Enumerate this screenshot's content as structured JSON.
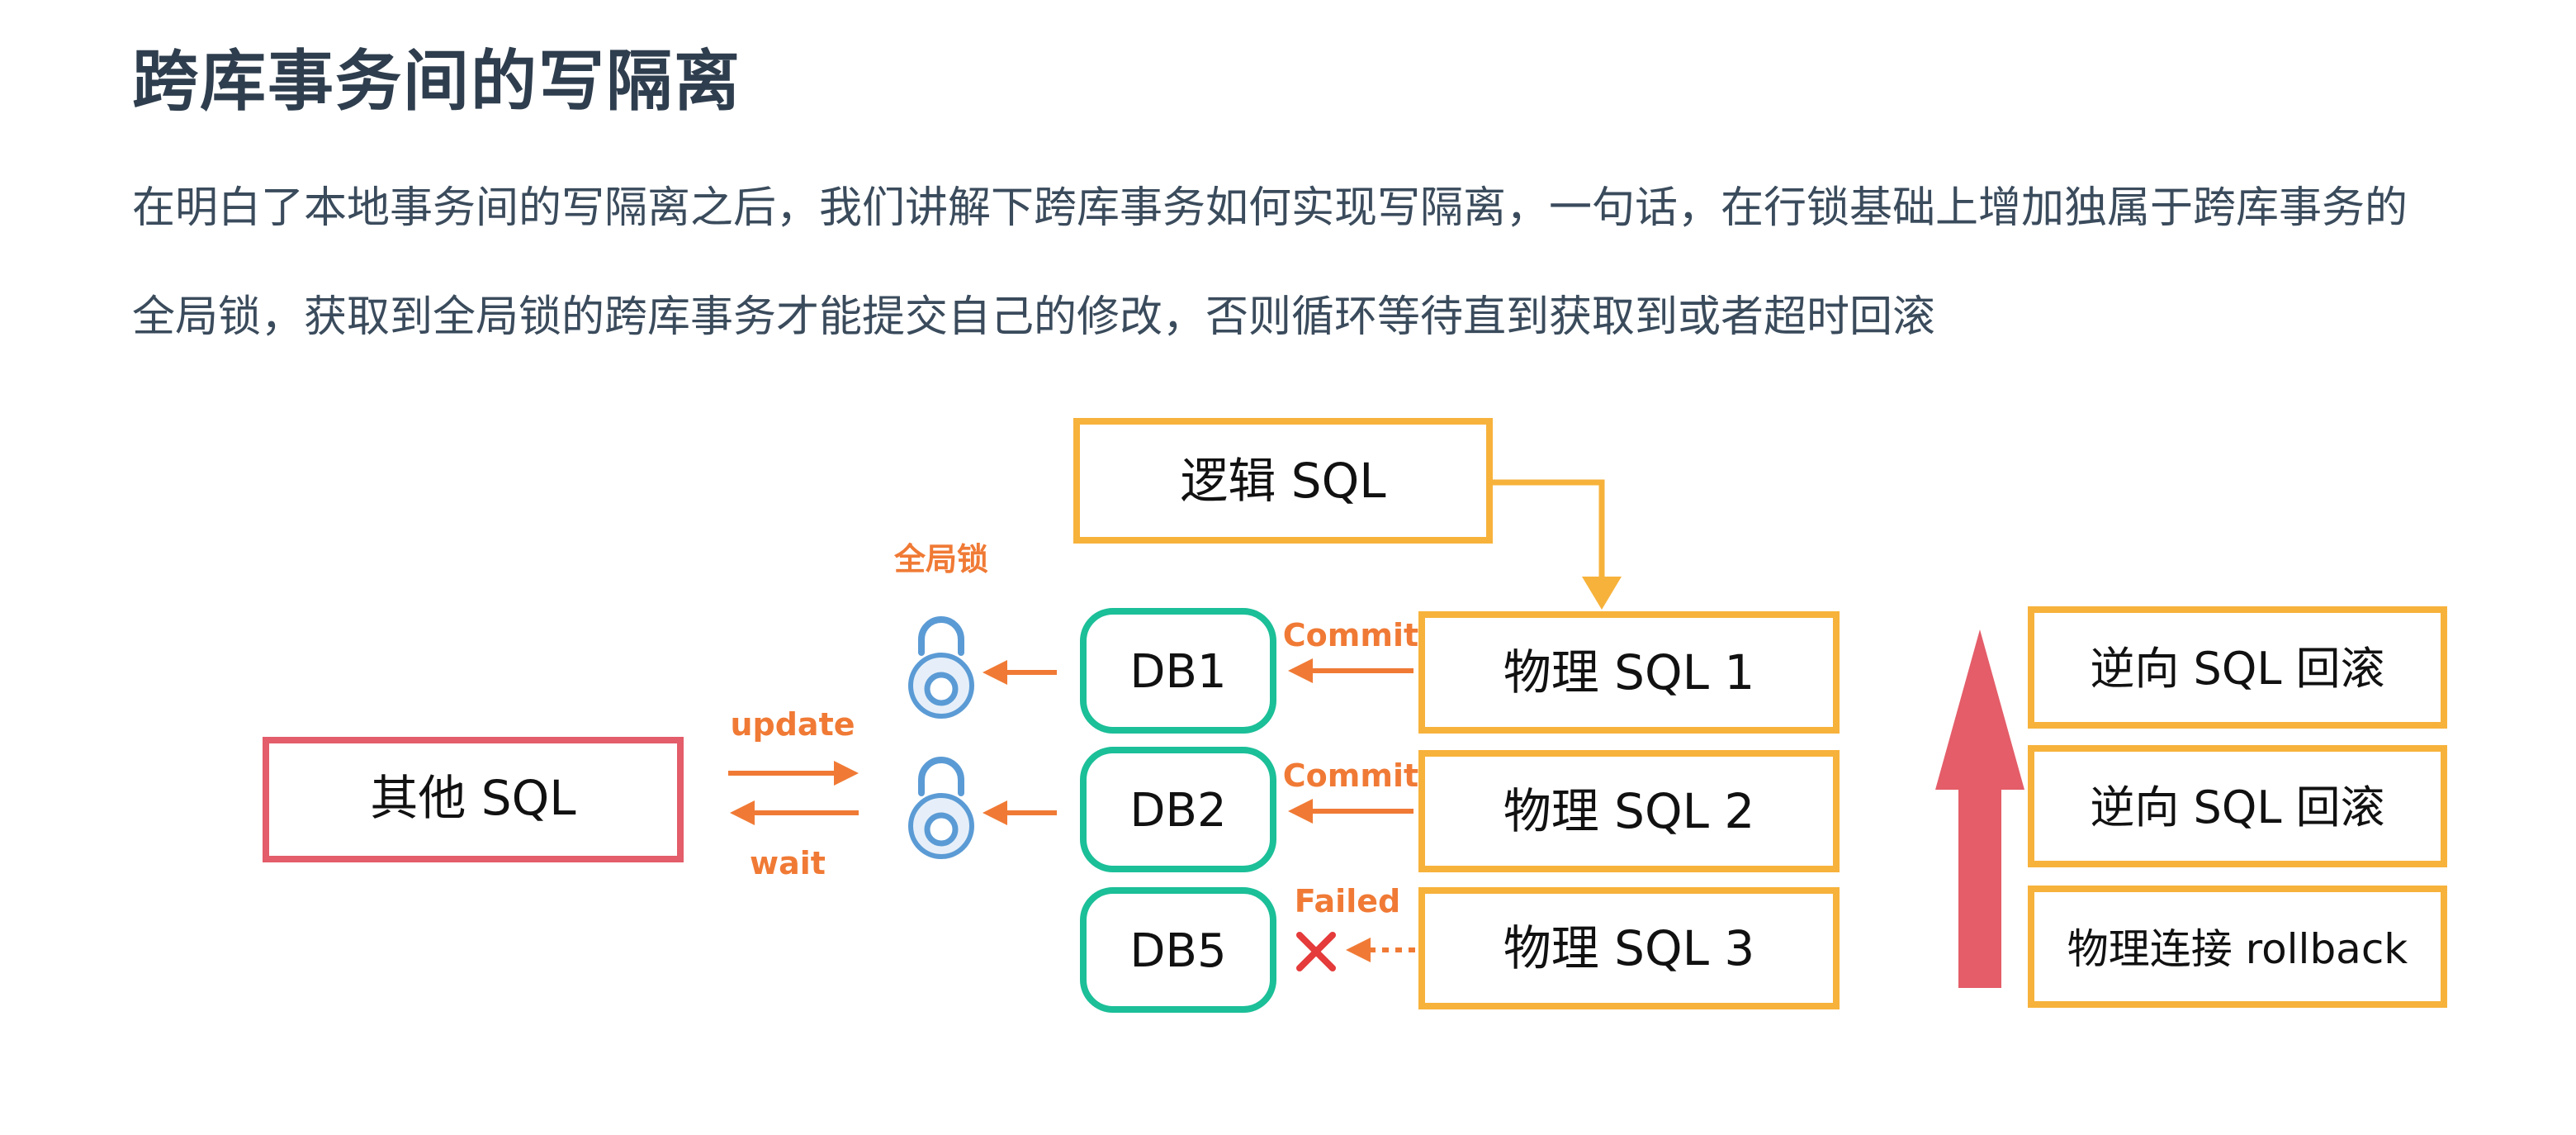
{
  "title": "跨库事务间的写隔离",
  "paragraph": {
    "line1": "在明白了本地事务间的写隔离之后，我们讲解下跨库事务如何实现写隔离，一句话，在行锁基础上增加独属于跨库事务的",
    "line2": "全局锁，获取到全局锁的跨库事务才能提交自己的修改，否则循环等待直到获取到或者超时回滚"
  },
  "diagram": {
    "logical_sql": "逻辑 SQL",
    "global_lock_label": "全局锁",
    "other_sql": "其他 SQL",
    "update_label": "update",
    "wait_label": "wait",
    "databases": [
      "DB1",
      "DB2",
      "DB5"
    ],
    "physical_sql": [
      "物理 SQL 1",
      "物理 SQL 2",
      "物理 SQL 3"
    ],
    "status_labels": [
      "Commit",
      "Commit",
      "Failed"
    ],
    "rollback_steps": [
      "逆向 SQL 回滚",
      "逆向 SQL 回滚",
      "物理连接 rollback"
    ],
    "colors": {
      "orange_box": "#f7b23b",
      "green_db": "#1bbf98",
      "red_box": "#e35d6a",
      "arrow_orange": "#f07a35",
      "lock_blue": "#5b9bd5",
      "big_arrow": "#e45d69",
      "fail_cross": "#e53b3b"
    }
  }
}
